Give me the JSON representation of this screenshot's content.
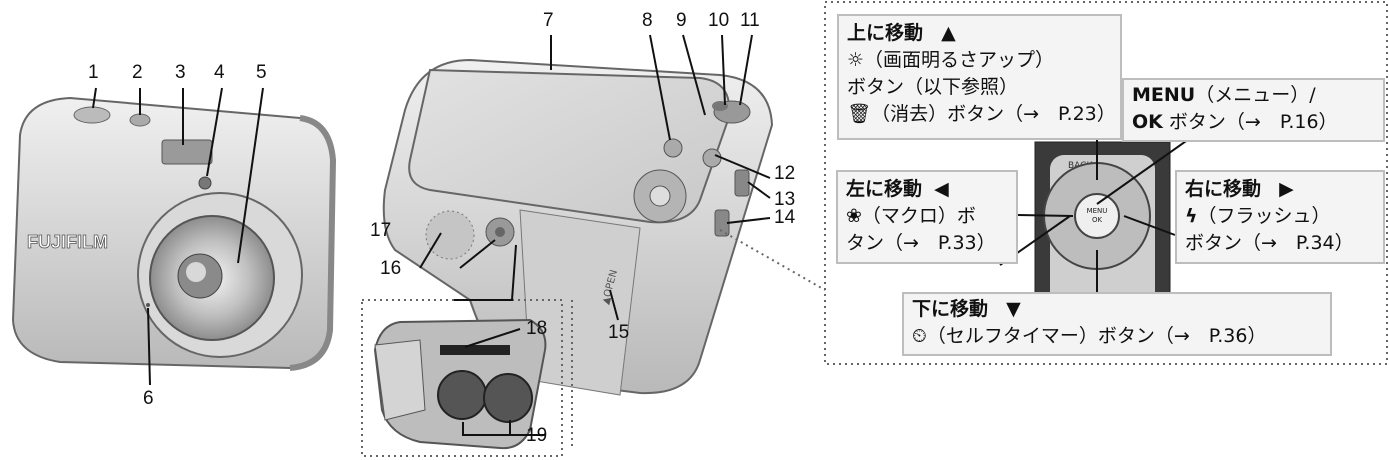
{
  "numbers": [
    "1",
    "2",
    "3",
    "4",
    "5",
    "6",
    "7",
    "8",
    "9",
    "10",
    "11",
    "12",
    "13",
    "14",
    "15",
    "16",
    "17",
    "18",
    "19"
  ],
  "brand": "FUJIFILM",
  "back_label": "BACK",
  "open_label": "▲OPEN",
  "dpad_center": "MENU OK",
  "callouts": {
    "up": {
      "title": "上に移動",
      "arrow": "▲",
      "line1_icon": "☼",
      "line1": "（画面明るさアップ）",
      "line2": "ボタン（以下参照）",
      "line3_icon": "🗑",
      "line3": "（消去）ボタン（→　P.23）"
    },
    "menu": {
      "line1_key": "MENU",
      "line1": "（メニュー）/",
      "line2_key": "OK",
      "line2": "ボタン（→　P.16）"
    },
    "left": {
      "title": "左に移動",
      "arrow": "◀",
      "line1_icon": "❀",
      "line1": "（マクロ）ボ",
      "line2": "タン（→　P.33）"
    },
    "right": {
      "title": "右に移動",
      "arrow": "▶",
      "line1_icon": "ϟ",
      "line1": "（フラッシュ）",
      "line2": "ボタン（→　P.34）"
    },
    "down": {
      "title": "下に移動",
      "arrow": "▼",
      "line1_icon": "⏲",
      "line1": "（セルフタイマー）ボタン（→　P.36）"
    }
  }
}
